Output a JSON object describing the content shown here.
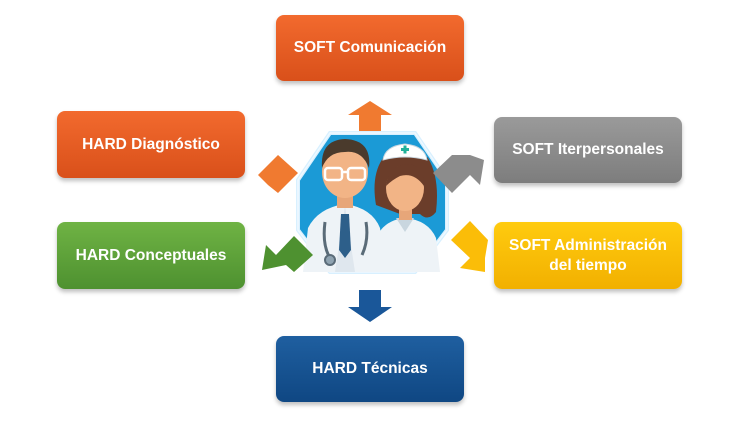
{
  "nodes": {
    "soft_comunicacion": "SOFT Comunicación",
    "hard_diagnostico": "HARD Diagnóstico",
    "hard_conceptuales": "HARD Conceptuales",
    "hard_tecnicas": "HARD Técnicas",
    "soft_interpersonales": "SOFT Iterpersonales",
    "soft_administracion_tiempo": "SOFT Administración\ndel tiempo"
  },
  "colors": {
    "orange": "#e85d24",
    "green": "#5ea23a",
    "blue": "#155293",
    "gray": "#8c8c8c",
    "yellow": "#fbbd08",
    "hexagon": "#1b9ad6"
  },
  "center_image": "doctor-and-nurse-illustration"
}
